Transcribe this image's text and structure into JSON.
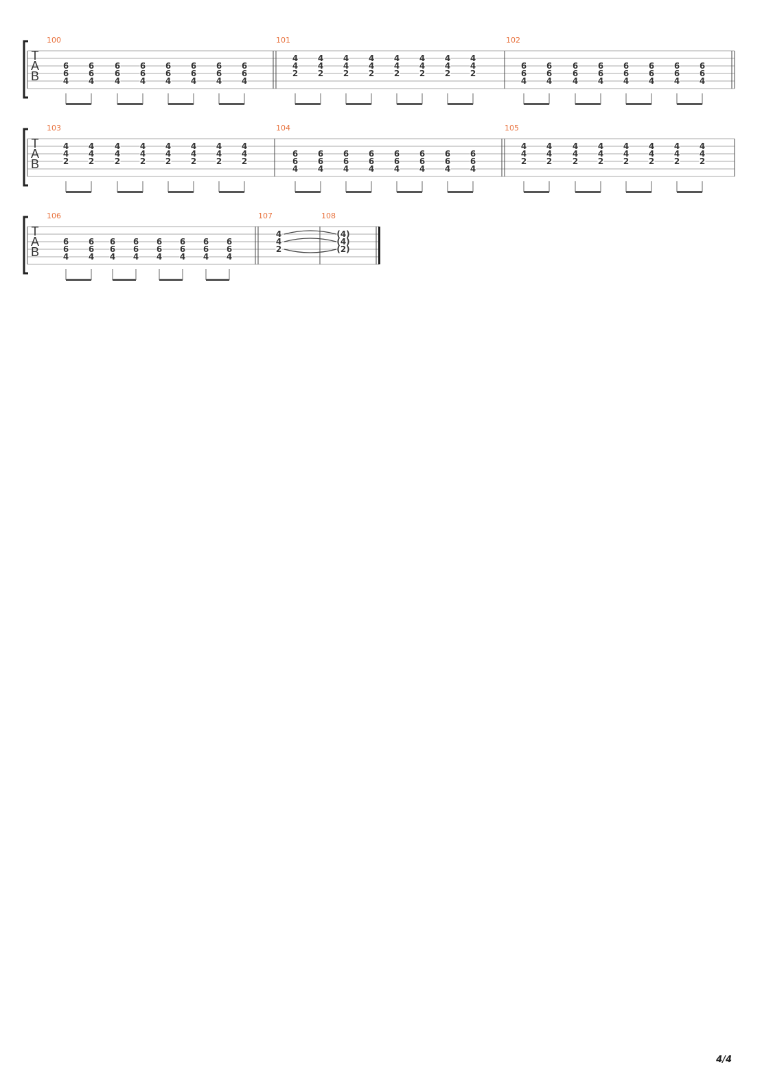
{
  "page": {
    "number_label": "4/4"
  },
  "tab_clef": [
    "T",
    "A",
    "B"
  ],
  "colors": {
    "measure_number": "#e8713c",
    "ink": "#333333",
    "line": "#999999"
  },
  "systems": [
    {
      "measures": [
        {
          "number": "100",
          "beats": 8,
          "chord": [
            "6",
            "6",
            "4"
          ],
          "strings": [
            3,
            4,
            5
          ],
          "bar_after": "double"
        },
        {
          "number": "101",
          "beats": 8,
          "chord": [
            "4",
            "4",
            "2"
          ],
          "strings": [
            2,
            3,
            4
          ],
          "bar_after": "single"
        },
        {
          "number": "102",
          "beats": 8,
          "chord": [
            "6",
            "6",
            "4"
          ],
          "strings": [
            3,
            4,
            5
          ],
          "bar_after": "end-repeat"
        }
      ]
    },
    {
      "measures": [
        {
          "number": "103",
          "beats": 8,
          "chord": [
            "4",
            "4",
            "2"
          ],
          "strings": [
            2,
            3,
            4
          ],
          "bar_after": "single"
        },
        {
          "number": "104",
          "beats": 8,
          "chord": [
            "6",
            "6",
            "4"
          ],
          "strings": [
            3,
            4,
            5
          ],
          "bar_after": "double"
        },
        {
          "number": "105",
          "beats": 8,
          "chord": [
            "4",
            "4",
            "2"
          ],
          "strings": [
            2,
            3,
            4
          ],
          "bar_after": "single"
        }
      ]
    },
    {
      "measures": [
        {
          "number": "106",
          "beats": 8,
          "chord": [
            "6",
            "6",
            "4"
          ],
          "strings": [
            3,
            4,
            5
          ],
          "bar_after": "double"
        },
        {
          "number": "107",
          "beats": 1,
          "chord": [
            "4",
            "4",
            "2"
          ],
          "strings": [
            2,
            3,
            4
          ],
          "tie_to_next": true,
          "bar_after": "single"
        },
        {
          "number": "108",
          "beats": 1,
          "chord": [
            "(4)",
            "(4)",
            "(2)"
          ],
          "strings": [
            2,
            3,
            4
          ],
          "bar_after": "final"
        }
      ]
    }
  ]
}
